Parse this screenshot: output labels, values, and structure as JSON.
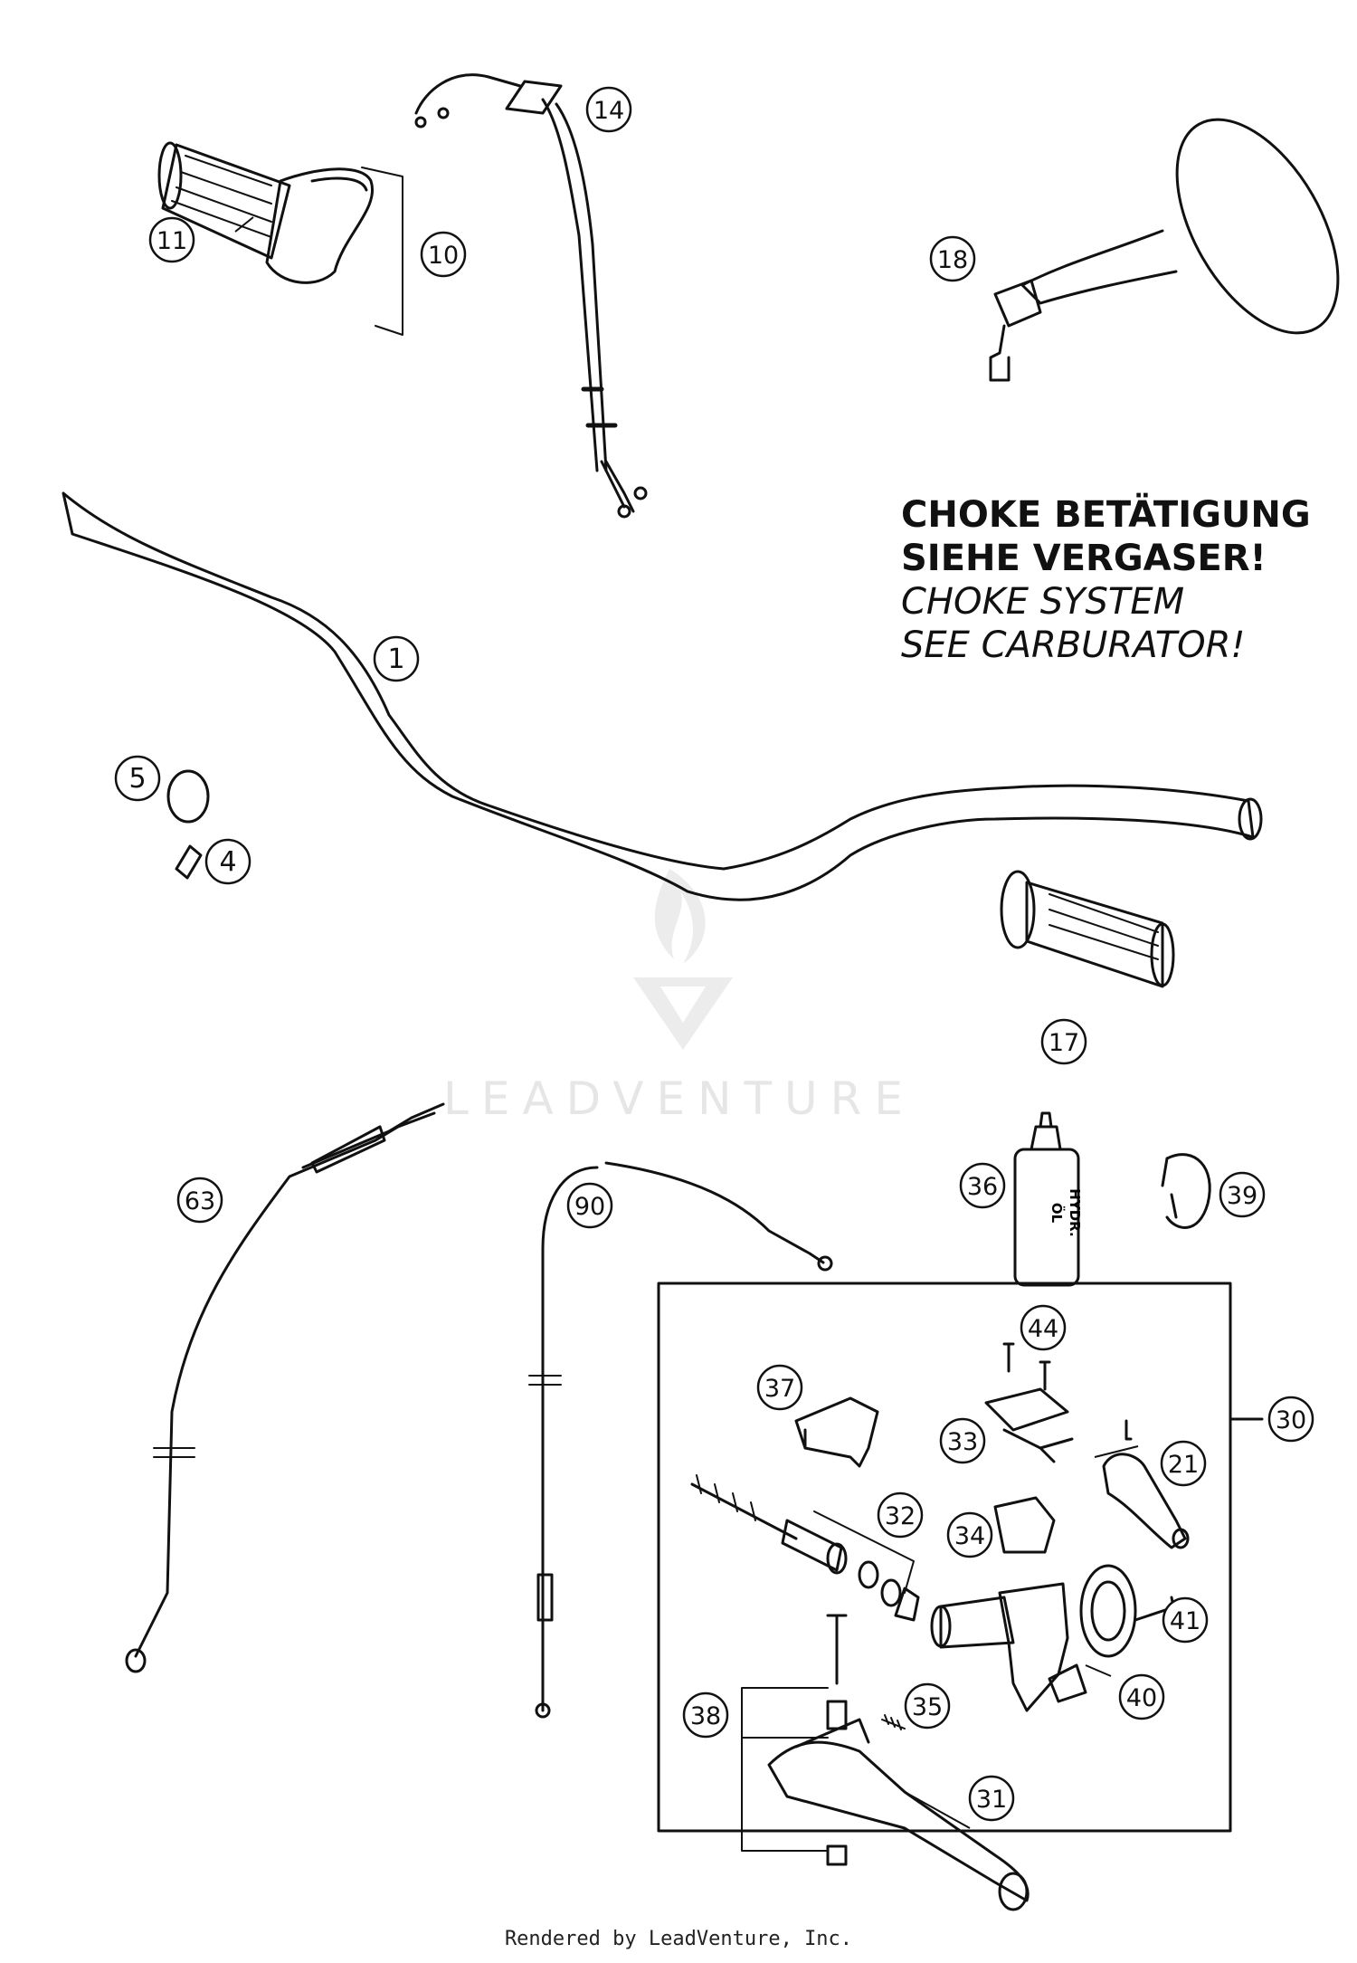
{
  "diagram": {
    "callouts": [
      {
        "id": "c1",
        "label": "1"
      },
      {
        "id": "c4",
        "label": "4"
      },
      {
        "id": "c5",
        "label": "5"
      },
      {
        "id": "c10",
        "label": "10"
      },
      {
        "id": "c11",
        "label": "11"
      },
      {
        "id": "c14",
        "label": "14"
      },
      {
        "id": "c17",
        "label": "17"
      },
      {
        "id": "c18",
        "label": "18"
      },
      {
        "id": "c21",
        "label": "21"
      },
      {
        "id": "c30",
        "label": "30"
      },
      {
        "id": "c31",
        "label": "31"
      },
      {
        "id": "c32",
        "label": "32"
      },
      {
        "id": "c33",
        "label": "33"
      },
      {
        "id": "c34",
        "label": "34"
      },
      {
        "id": "c35",
        "label": "35"
      },
      {
        "id": "c36",
        "label": "36"
      },
      {
        "id": "c37",
        "label": "37"
      },
      {
        "id": "c38",
        "label": "38"
      },
      {
        "id": "c39",
        "label": "39"
      },
      {
        "id": "c40",
        "label": "40"
      },
      {
        "id": "c41",
        "label": "41"
      },
      {
        "id": "c44",
        "label": "44"
      },
      {
        "id": "c63",
        "label": "63"
      },
      {
        "id": "c90",
        "label": "90"
      }
    ],
    "note": {
      "line1": "CHOKE BETÄTIGUNG",
      "line2": "SIEHE VERGASER!",
      "line3": "CHOKE SYSTEM",
      "line4": "SEE CARBURATOR!"
    },
    "bottle_label": {
      "line1": "HYDR.",
      "line2": "ÖL"
    },
    "watermark": "LEADVENTURE",
    "footer": "Rendered by LeadVenture, Inc."
  }
}
